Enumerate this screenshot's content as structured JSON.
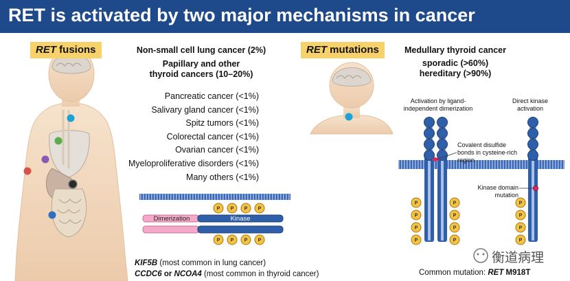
{
  "header": {
    "title": "RET is activated by two major mechanisms in cancer"
  },
  "fusions": {
    "tag_gene": "RET",
    "tag_word": "fusions",
    "nsclc": "Non-small cell lung cancer (2%)",
    "thyroid_line1": "Papillary and other",
    "thyroid_line2": "thyroid cancers (10–20%)",
    "cancers": [
      "Pancreatic cancer (<1%)",
      "Salivary gland cancer (<1%)",
      "Spitz tumors (<1%)",
      "Colorectal cancer (<1%)",
      "Ovarian cancer (<1%)",
      "Myeloproliferative disorders (<1%)",
      "Many others (<1%)"
    ],
    "dimerization_label": "Dimerization",
    "kinase_label": "Kinase",
    "p_label": "P",
    "kif5b": "KIF5B",
    "kif5b_rest": " (most common in lung cancer)",
    "ccdc6": "CCDC6",
    "or_word": " or ",
    "ncoa4": "NCOA4",
    "ccdc6_rest": " (most common in thyroid cancer)"
  },
  "mutations": {
    "tag_gene": "RET",
    "tag_word": "mutations",
    "mtc": "Medullary thyroid cancer",
    "sporadic": "sporadic (>60%)",
    "hereditary": "hereditary (>90%)",
    "activation_ligand_line1": "Activation by ligand-",
    "activation_ligand_line2": "independent dimerization",
    "direct_kinase_line1": "Direct kinase",
    "direct_kinase_line2": "activation",
    "covalent_line1": "Covalent disulfide",
    "covalent_line2": "bonds in cysteine-rich",
    "covalent_line3": "region",
    "kinase_domain_line1": "Kinase domain",
    "kinase_domain_line2": "mutation",
    "common_mutation_prefix": "Common mutation: ",
    "common_mutation_gene": "RET",
    "common_mutation_variant": " M918T"
  },
  "watermark": "衡道病理",
  "colors": {
    "header": "#1e4a8c",
    "tag": "#f7d26a",
    "blue_dot": "#1ba3d8",
    "green_dot": "#5cab4c",
    "purple_dot": "#8a58b5",
    "red_dot": "#d6534a",
    "black_dot": "#2a2a2a",
    "receptor": "#2f5fa8",
    "pink": "#f4a9c8",
    "phospho": "#f5c242"
  }
}
